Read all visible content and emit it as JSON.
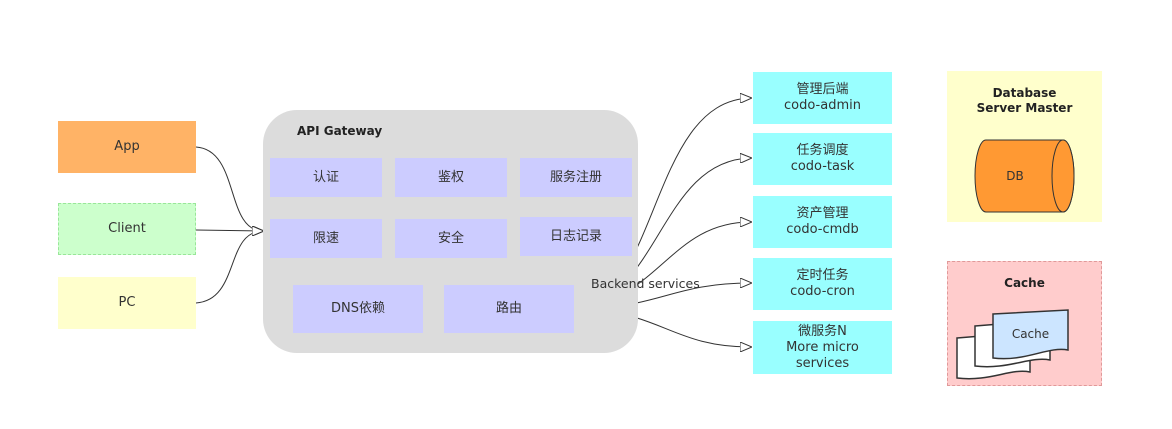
{
  "clients": {
    "app": "App",
    "client": "Client",
    "pc": "PC"
  },
  "gateway": {
    "title": "API Gateway",
    "modules": {
      "auth": "认证",
      "authz": "鉴权",
      "registry": "服务注册",
      "rate_limit": "限速",
      "security": "安全",
      "logging": "日志记录",
      "dns": "DNS依赖",
      "routing": "路由"
    }
  },
  "backend_label": "Backend services",
  "services": [
    {
      "line1": "管理后端",
      "line2": "codo-admin"
    },
    {
      "line1": "任务调度",
      "line2": "codo-task"
    },
    {
      "line1": "资产管理",
      "line2": "codo-cmdb"
    },
    {
      "line1": "定时任务",
      "line2": "codo-cron"
    },
    {
      "line1": "微服务N",
      "line2": "More micro",
      "line3": "services"
    }
  ],
  "database": {
    "title_line1": "Database",
    "title_line2": "Server Master",
    "db_label": "DB"
  },
  "cache": {
    "title": "Cache",
    "label": "Cache"
  },
  "colors": {
    "app": "#ffb366",
    "client": "#ccffcc",
    "pc": "#ffffcc",
    "gateway_bg": "#dcdcdc",
    "module": "#ccccff",
    "service": "#99ffff",
    "db": "#ff9933",
    "cache_panel": "#ffcccc",
    "cache_doc": "#cce5ff"
  }
}
